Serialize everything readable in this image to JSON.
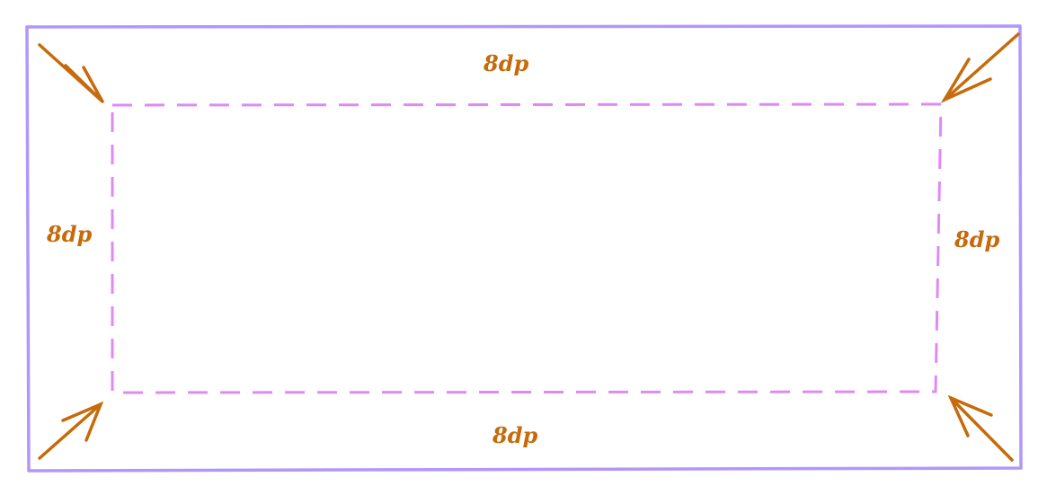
{
  "colors": {
    "outer_border": "#b197fc",
    "inner_dashed": "#e089f5",
    "arrows_text": "#c66a0a"
  },
  "labels": {
    "top": "8dp",
    "bottom": "8dp",
    "left": "8dp",
    "right": "8dp"
  }
}
